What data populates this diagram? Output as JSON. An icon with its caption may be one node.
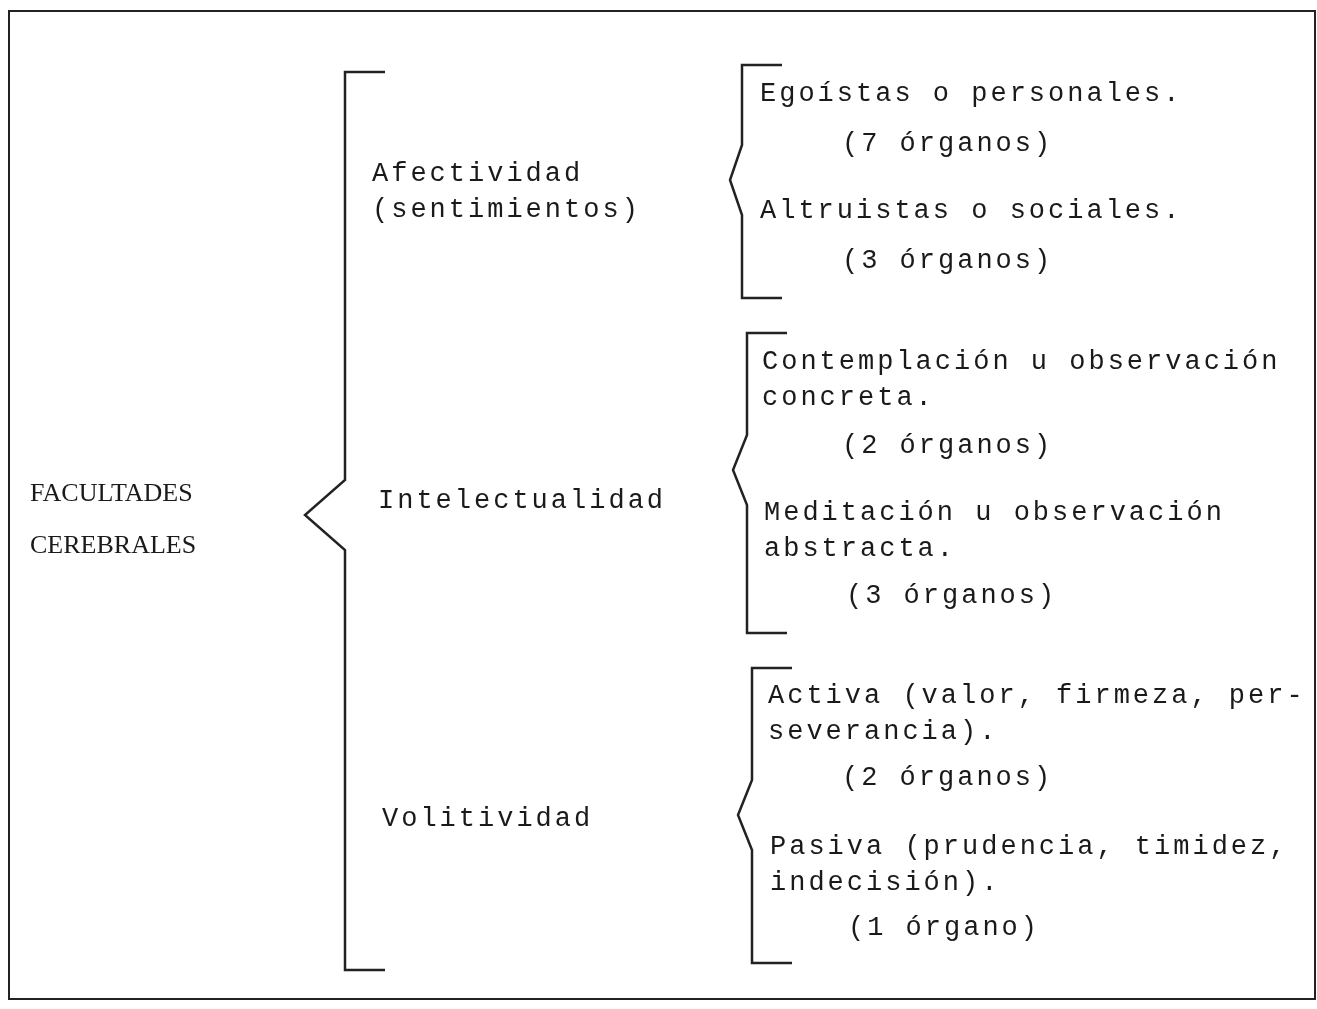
{
  "diagram": {
    "labels": [
      "FACULTADES CEREBRALES",
      "Afectividad (sentimientos)",
      "Egoístas o personales.",
      "(7 órganos)",
      "Altruistas o sociales.",
      "(3 órganos)",
      "Intelectualidad",
      "Contemplación u observación concreta.",
      "(2 órganos)",
      "Meditación u observación abstracta.",
      "(3 órganos)",
      "Volitividad",
      "Activa (valor, firmeza, per- severancia).",
      "(2 órganos)",
      "Pasiva (prudencia, timidez, indecisión).",
      "(1 órgano)"
    ]
  }
}
